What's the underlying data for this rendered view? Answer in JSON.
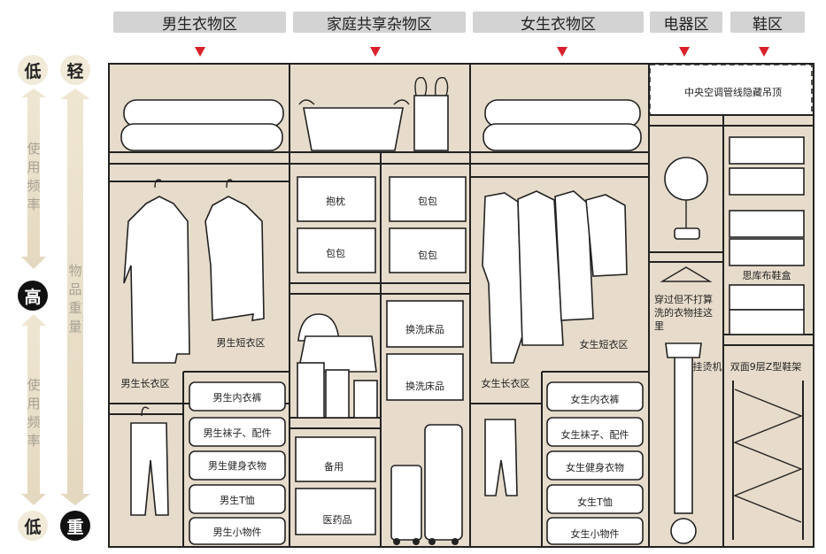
{
  "zones": {
    "men": "男生衣物区",
    "family": "家庭共享杂物区",
    "women": "女生衣物区",
    "appliance": "电器区",
    "shoes": "鞋区"
  },
  "scale": {
    "top_left": "低",
    "top_right": "轻",
    "mid": "高",
    "bottom_left": "低",
    "bottom_right": "重",
    "upper_freq": "使用频率",
    "lower_freq": "使用频率",
    "weight": "物品重量"
  },
  "labels": {
    "men_long": "男生长衣区",
    "men_short": "男生短衣区",
    "men_drawers": [
      "男生内衣裤",
      "男生袜子、配件",
      "男生健身衣物",
      "男生T恤",
      "男生小物件"
    ],
    "boxes": [
      "抱枕",
      "包包",
      "包包",
      "包包"
    ],
    "bedding": [
      "换洗床品",
      "换洗床品"
    ],
    "lower_boxes": [
      "备用",
      "医药品"
    ],
    "women_long": "女生长衣区",
    "women_short": "女生短衣区",
    "women_drawers": [
      "女生内衣裤",
      "女生袜子、配件",
      "女生健身衣物",
      "女生T恤",
      "女生小物件"
    ],
    "ceiling": "中央空调管线隐藏吊顶",
    "shoebox": "思库布鞋盒",
    "hang_note": "穿过但不打算洗的衣物挂这里",
    "steamer": "挂烫机",
    "rack": "双面9层Z型鞋架"
  },
  "colors": {
    "cabinet": "#e7dccb",
    "arrow": "#d8212a",
    "header": "#d3d3d3"
  }
}
